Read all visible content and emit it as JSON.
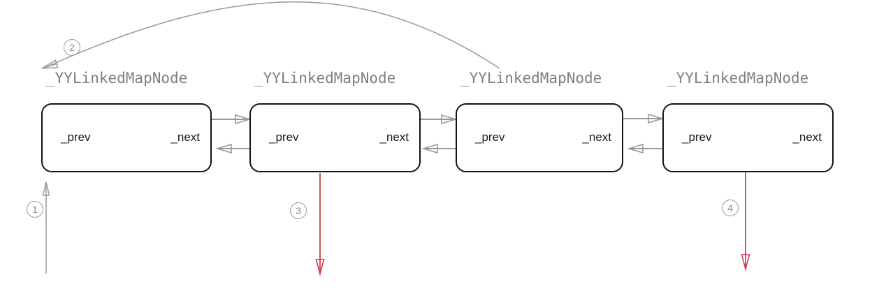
{
  "diagram": {
    "nodes": [
      {
        "title": "_YYLinkedMapNode",
        "prev_label": "_prev",
        "next_label": "_next"
      },
      {
        "title": "_YYLinkedMapNode",
        "prev_label": "_prev",
        "next_label": "_next"
      },
      {
        "title": "_YYLinkedMapNode",
        "prev_label": "_prev",
        "next_label": "_next"
      },
      {
        "title": "_YYLinkedMapNode",
        "prev_label": "_prev",
        "next_label": "_next"
      }
    ],
    "annotations": {
      "step1": "1",
      "step2": "2",
      "step3": "3",
      "step4": "4"
    },
    "colors": {
      "node_border": "#141414",
      "title_gray": "#7f7f7f",
      "label_dark": "#1a1a1a",
      "arrow_gray": "#999999",
      "arrow_red": "#c8414f",
      "badge_gray": "#8a8a8a"
    }
  }
}
